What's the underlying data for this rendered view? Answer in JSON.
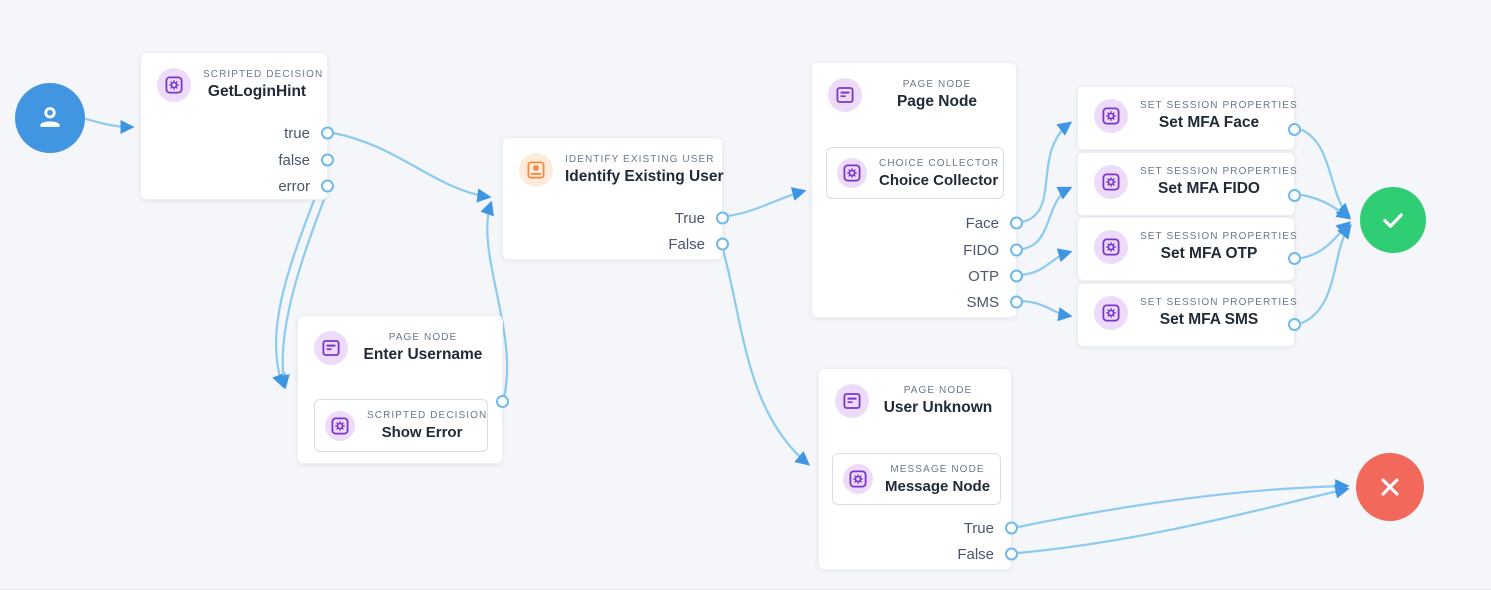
{
  "canvas": {
    "background": "#f4f6f9",
    "wire_color": "#8ccaf0",
    "arrow_color": "#3e96e2",
    "port_color": "#6fb9ec",
    "purple_icon_color": "#7b35cf",
    "purple_icon_bg": "#ecdcf9",
    "orange_icon_color": "#ef8b41",
    "orange_icon_bg": "#fdebdc"
  },
  "terminals": {
    "start": {
      "icon": "user-icon",
      "color": "#4195e1"
    },
    "success": {
      "icon": "check-icon",
      "color": "#2fce74"
    },
    "failure": {
      "icon": "x-icon",
      "color": "#f2685a"
    }
  },
  "nodes": [
    {
      "id": "getloginhint",
      "type_label": "SCRIPTED DECISION",
      "title": "GetLoginHint",
      "icon": "scripted-decision-icon",
      "icon_style": "purple",
      "outcomes": [
        "true",
        "false",
        "error"
      ]
    },
    {
      "id": "identify-existing-user",
      "type_label": "IDENTIFY EXISTING USER",
      "title": "Identify Existing User",
      "icon": "identify-existing-user-icon",
      "icon_style": "orange",
      "outcomes": [
        "True",
        "False"
      ]
    },
    {
      "id": "enter-username",
      "type_label": "PAGE NODE",
      "title": "Enter Username",
      "icon": "page-node-icon",
      "icon_style": "purple",
      "children": [
        {
          "type_label": "SCRIPTED DECISION",
          "title": "Show Error",
          "icon": "scripted-decision-icon",
          "icon_style": "purple"
        }
      ],
      "outcomes": []
    },
    {
      "id": "page-node",
      "type_label": "PAGE NODE",
      "title": "Page Node",
      "icon": "page-node-icon",
      "icon_style": "purple",
      "children": [
        {
          "type_label": "CHOICE COLLECTOR",
          "title": "Choice Collector",
          "icon": "choice-collector-icon",
          "icon_style": "purple"
        }
      ],
      "outcomes": [
        "Face",
        "FIDO",
        "OTP",
        "SMS"
      ]
    },
    {
      "id": "set-mfa-face",
      "type_label": "SET SESSION PROPERTIES",
      "title": "Set MFA Face",
      "icon": "set-session-properties-icon",
      "icon_style": "purple",
      "outcomes": []
    },
    {
      "id": "set-mfa-fido",
      "type_label": "SET SESSION PROPERTIES",
      "title": "Set MFA FIDO",
      "icon": "set-session-properties-icon",
      "icon_style": "purple",
      "outcomes": []
    },
    {
      "id": "set-mfa-otp",
      "type_label": "SET SESSION PROPERTIES",
      "title": "Set MFA OTP",
      "icon": "set-session-properties-icon",
      "icon_style": "purple",
      "outcomes": []
    },
    {
      "id": "set-mfa-sms",
      "type_label": "SET SESSION PROPERTIES",
      "title": "Set MFA SMS",
      "icon": "set-session-properties-icon",
      "icon_style": "purple",
      "outcomes": []
    },
    {
      "id": "user-unknown",
      "type_label": "PAGE NODE",
      "title": "User Unknown",
      "icon": "page-node-icon",
      "icon_style": "purple",
      "children": [
        {
          "type_label": "MESSAGE NODE",
          "title": "Message Node",
          "icon": "message-node-icon",
          "icon_style": "purple"
        }
      ],
      "outcomes": [
        "True",
        "False"
      ]
    }
  ]
}
